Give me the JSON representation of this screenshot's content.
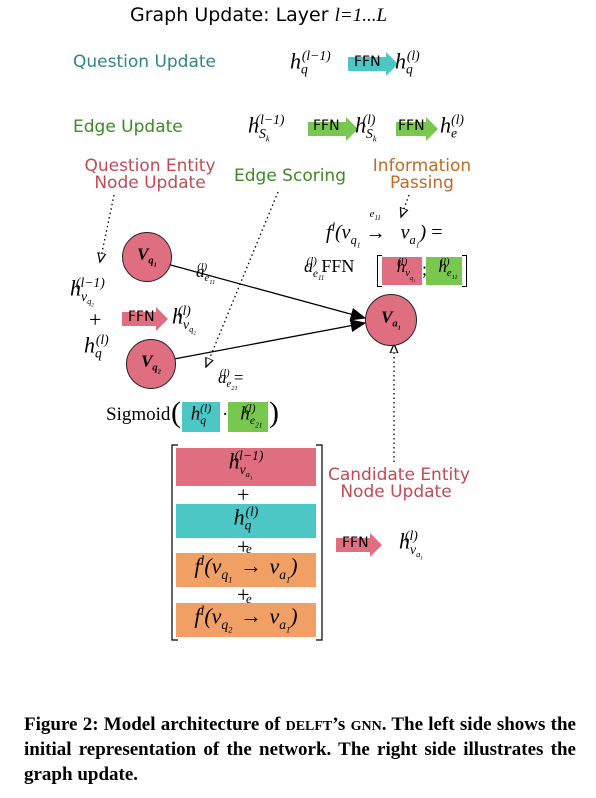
{
  "title": "Graph Update: Layer l=1...L",
  "title_parts": {
    "prefix": "Graph Update: Layer ",
    "math": "l=1...L"
  },
  "sections": {
    "question_update": "Question Update",
    "edge_update": "Edge Update",
    "question_entity_node_update": [
      "Question Entity",
      "Node Update"
    ],
    "edge_scoring": "Edge Scoring",
    "information_passing": [
      "Information",
      "Passing"
    ],
    "candidate_entity_node_update": [
      "Candidate Entity",
      "Node Update"
    ]
  },
  "nodes": {
    "vq1": {
      "base": "V",
      "sub": "q",
      "subsub": "1"
    },
    "vq2": {
      "base": "V",
      "sub": "q",
      "subsub": "2"
    },
    "va1": {
      "base": "V",
      "sub": "a",
      "subsub": "1"
    }
  },
  "ffn_label": "FFN",
  "sigmoid_label": "Sigmoid",
  "plus": "+",
  "equals": "=",
  "colors": {
    "pink": "#e06e81",
    "teal": "#4dc6c6",
    "green": "#78c850",
    "orange": "#f0a064",
    "label_teal": "#2f8585",
    "label_green": "#3d8a24",
    "label_red": "#c24a55",
    "label_orange": "#c06a22"
  },
  "caption": {
    "lead": "Figure 2: Model architecture of ",
    "delft": "delft",
    "mid": "’s ",
    "gnn": "gnn",
    "rest": ". The left side shows the initial representation of the network. The right side illustrates the graph update."
  }
}
